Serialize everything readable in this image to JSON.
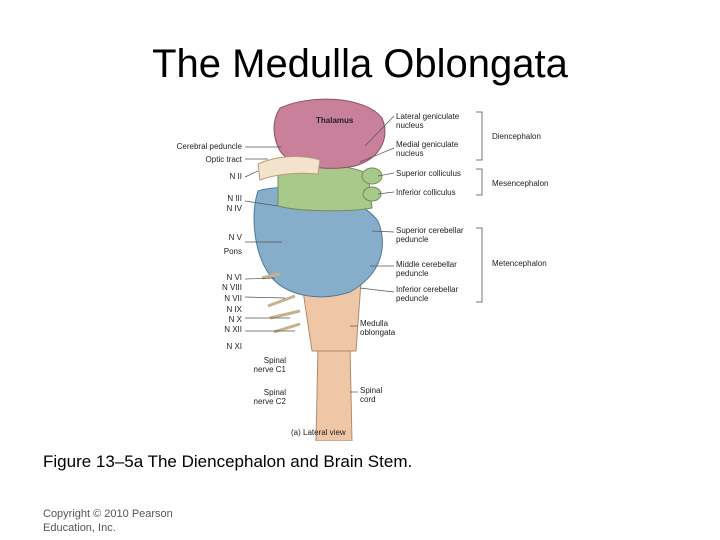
{
  "slide": {
    "title": "The Medulla Oblongata",
    "caption": "Figure 13–5a The Diencephalon and Brain Stem.",
    "copyright": "Copyright © 2010 Pearson Education, Inc."
  },
  "diagram": {
    "view_label": "(a) Lateral view",
    "thalamus": "Thalamus",
    "left_labels": {
      "cerebral_peduncle": "Cerebral peduncle",
      "optic_tract": "Optic tract",
      "n2": "N II",
      "n3": "N III",
      "n4": "N IV",
      "n5": "N V",
      "pons": "Pons",
      "n6": "N VI",
      "n8": "N VIII",
      "n7": "N VII",
      "n9": "N IX",
      "n10": "N X",
      "n12": "N XII",
      "n11": "N XI",
      "spinal_c1": "Spinal\nnerve C1",
      "spinal_c2": "Spinal\nnerve C2"
    },
    "right_labels": {
      "lateral_geniculate": "Lateral geniculate\nnucleus",
      "medial_geniculate": "Medial geniculate\nnucleus",
      "superior_colliculus": "Superior colliculus",
      "inferior_colliculus": "Inferior colliculus",
      "superior_cerebellar": "Superior cerebellar\npeduncle",
      "middle_cerebellar": "Middle cerebellar\npeduncle",
      "inferior_cerebellar": "Inferior cerebellar\npeduncle",
      "medulla": "Medulla\noblongata",
      "spinal_cord": "Spinal\ncord"
    },
    "groups": {
      "diencephalon": "Diencephalon",
      "mesencephalon": "Mesencephalon",
      "metencephalon": "Metencephalon"
    },
    "colors": {
      "thalamus": "#c9809a",
      "midbrain": "#a9c98a",
      "pons": "#86aecb",
      "medulla": "#f0c7a6"
    }
  }
}
